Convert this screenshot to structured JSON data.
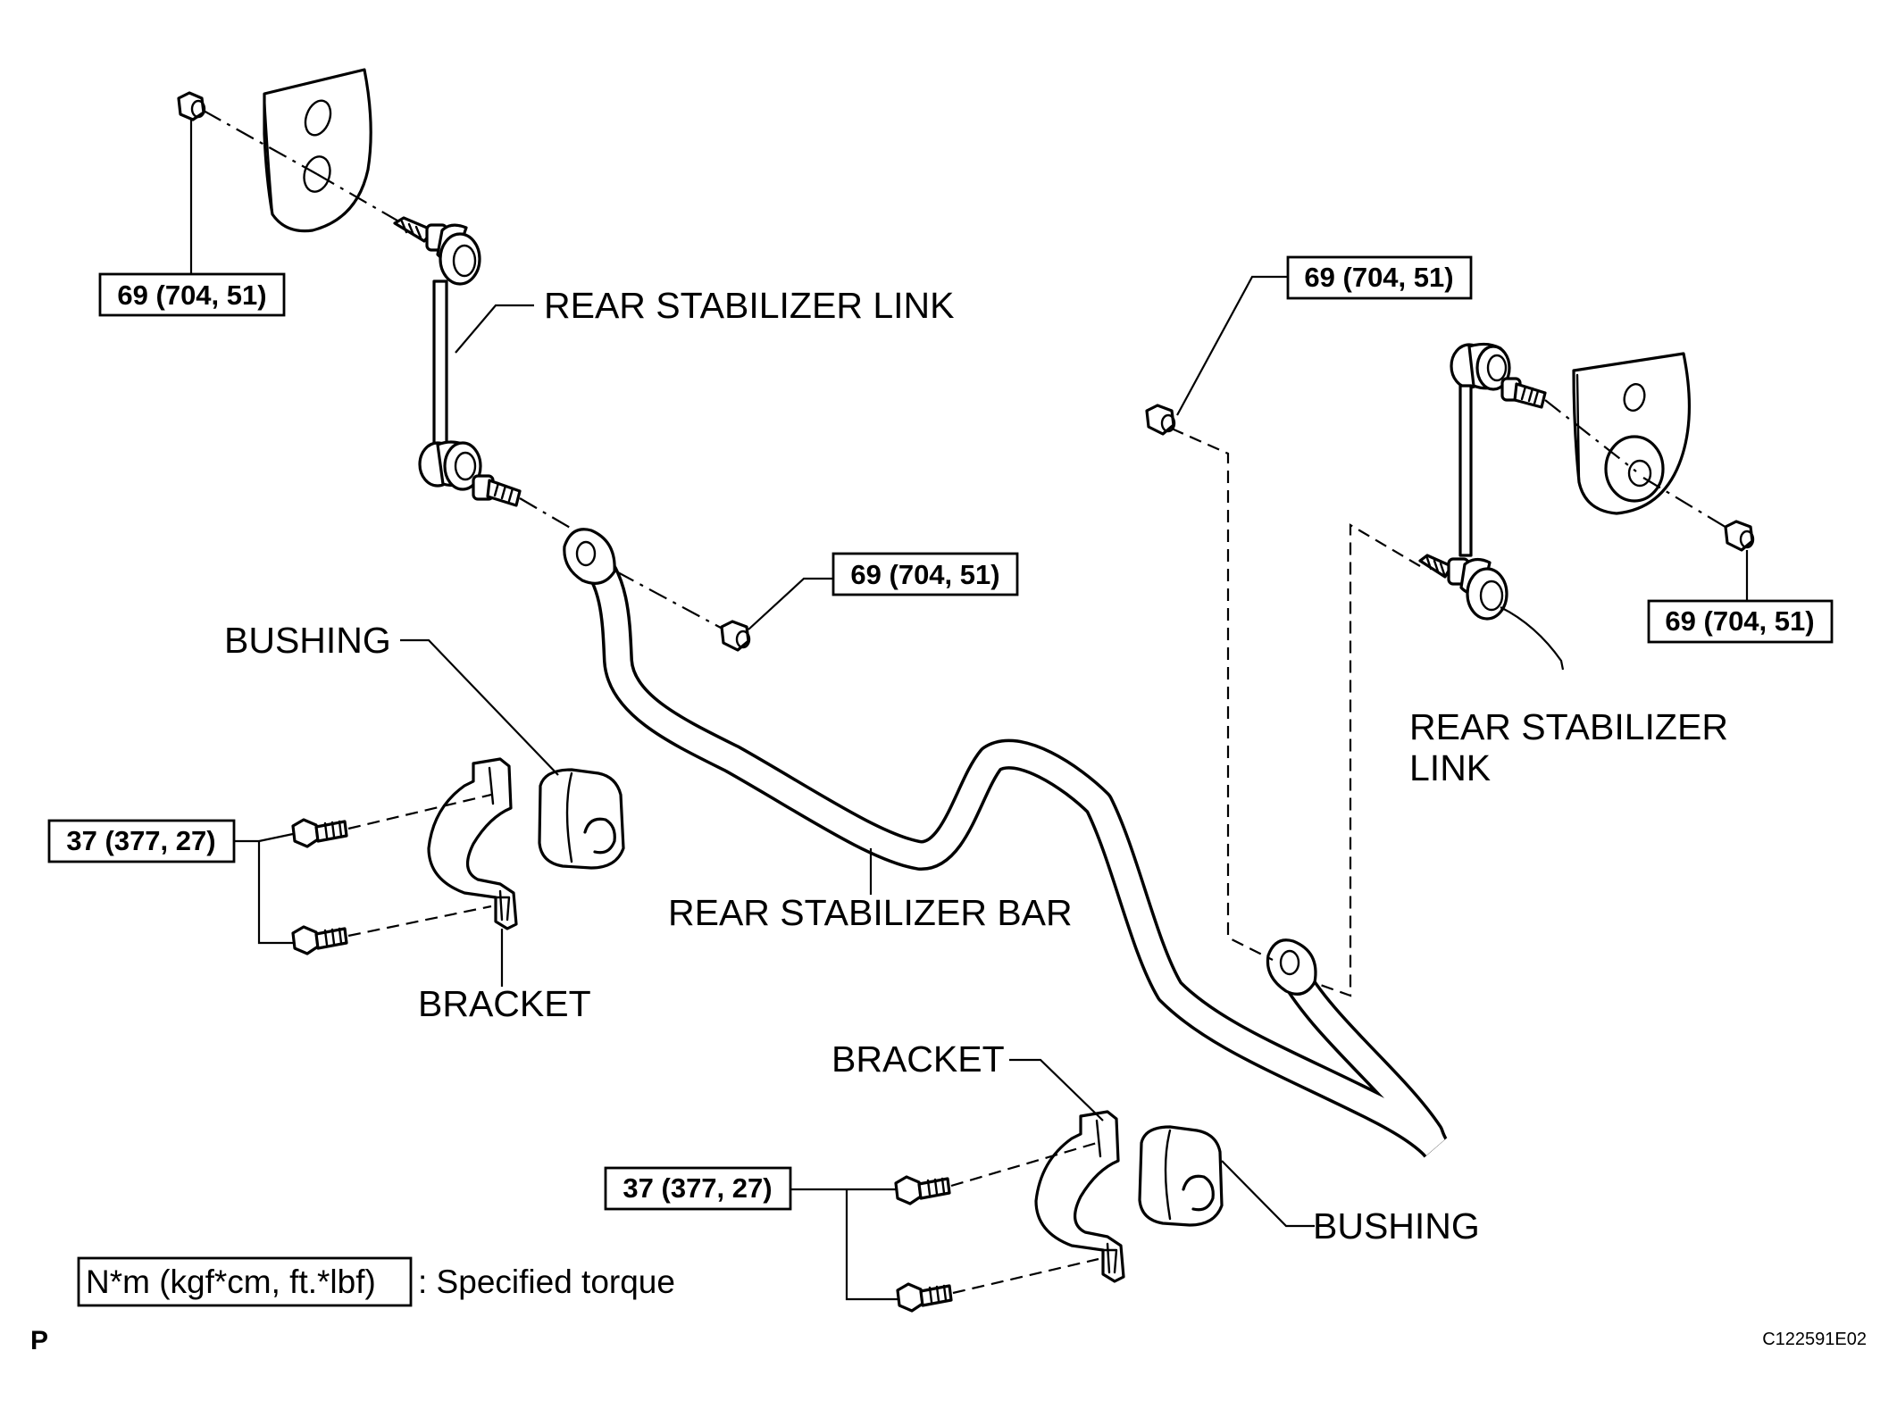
{
  "labels": {
    "link_left": "REAR STABILIZER LINK",
    "link_right_1": "REAR STABILIZER",
    "link_right_2": "LINK",
    "bar": "REAR STABILIZER BAR",
    "bushing_left": "BUSHING",
    "bushing_right": "BUSHING",
    "bracket_left": "BRACKET",
    "bracket_right": "BRACKET"
  },
  "torques": {
    "nut_top_left": "69 (704, 51)",
    "nut_top_right": "69 (704, 51)",
    "nut_bar_left": "69 (704, 51)",
    "nut_right_lower": "69 (704, 51)",
    "bolt_left": "37 (377, 27)",
    "bolt_right": "37 (377, 27)"
  },
  "legend": {
    "unit_box": "N*m (kgf*cm, ft.*lbf)",
    "description": ": Specified torque"
  },
  "corner_mark": "P",
  "figure_code": "C122591E02",
  "icons": [
    "nut-icon",
    "bolt-icon",
    "bushing-icon",
    "bracket-icon",
    "stabilizer-link-icon",
    "stabilizer-bar-icon",
    "lower-arm-icon"
  ]
}
